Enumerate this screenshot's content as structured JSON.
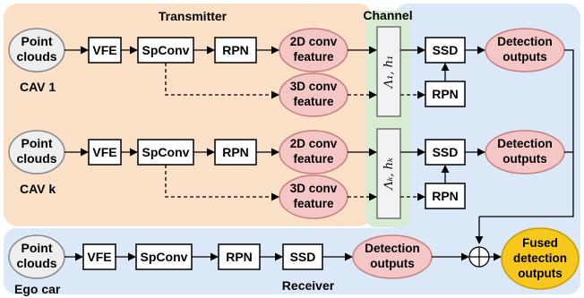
{
  "regions": {
    "transmitter": "Transmitter",
    "channel": "Channel",
    "receiver": "Receiver"
  },
  "cav1": {
    "label": "CAV 1",
    "input": [
      "Point",
      "clouds"
    ],
    "vfe": "VFE",
    "spconv": "SpConv",
    "rpn": "RPN",
    "feat2d": [
      "2D conv",
      "feature"
    ],
    "feat3d": [
      "3D conv",
      "feature"
    ],
    "channel_param": "Λ₁, h₁",
    "ssd": "SSD",
    "rpn2": "RPN",
    "detection": [
      "Detection",
      "outputs"
    ]
  },
  "cavk": {
    "label": "CAV k",
    "input": [
      "Point",
      "clouds"
    ],
    "vfe": "VFE",
    "spconv": "SpConv",
    "rpn": "RPN",
    "feat2d": [
      "2D conv",
      "feature"
    ],
    "feat3d": [
      "3D conv",
      "feature"
    ],
    "channel_param": "Λₖ, hₖ",
    "ssd": "SSD",
    "rpn2": "RPN",
    "detection": [
      "Detection",
      "outputs"
    ]
  },
  "ego": {
    "label": "Ego car",
    "input": [
      "Point",
      "clouds"
    ],
    "vfe": "VFE",
    "spconv": "SpConv",
    "rpn": "RPN",
    "ssd": "SSD",
    "detection": [
      "Detection",
      "outputs"
    ],
    "fused": [
      "Fused",
      "detection",
      "outputs"
    ]
  },
  "colors": {
    "transmitter_bg": "#fbe0c8",
    "channel_bg": "#d8ecd3",
    "receiver_bg": "#dbe8f7",
    "point_cloud_fill": "#eeeeee",
    "feature_fill": "#f4c6c6",
    "feature_stroke": "#c87e7e",
    "fused_fill": "#f6c81e",
    "fused_stroke": "#c89a00",
    "param_box_fill": "#f2f2f2"
  }
}
